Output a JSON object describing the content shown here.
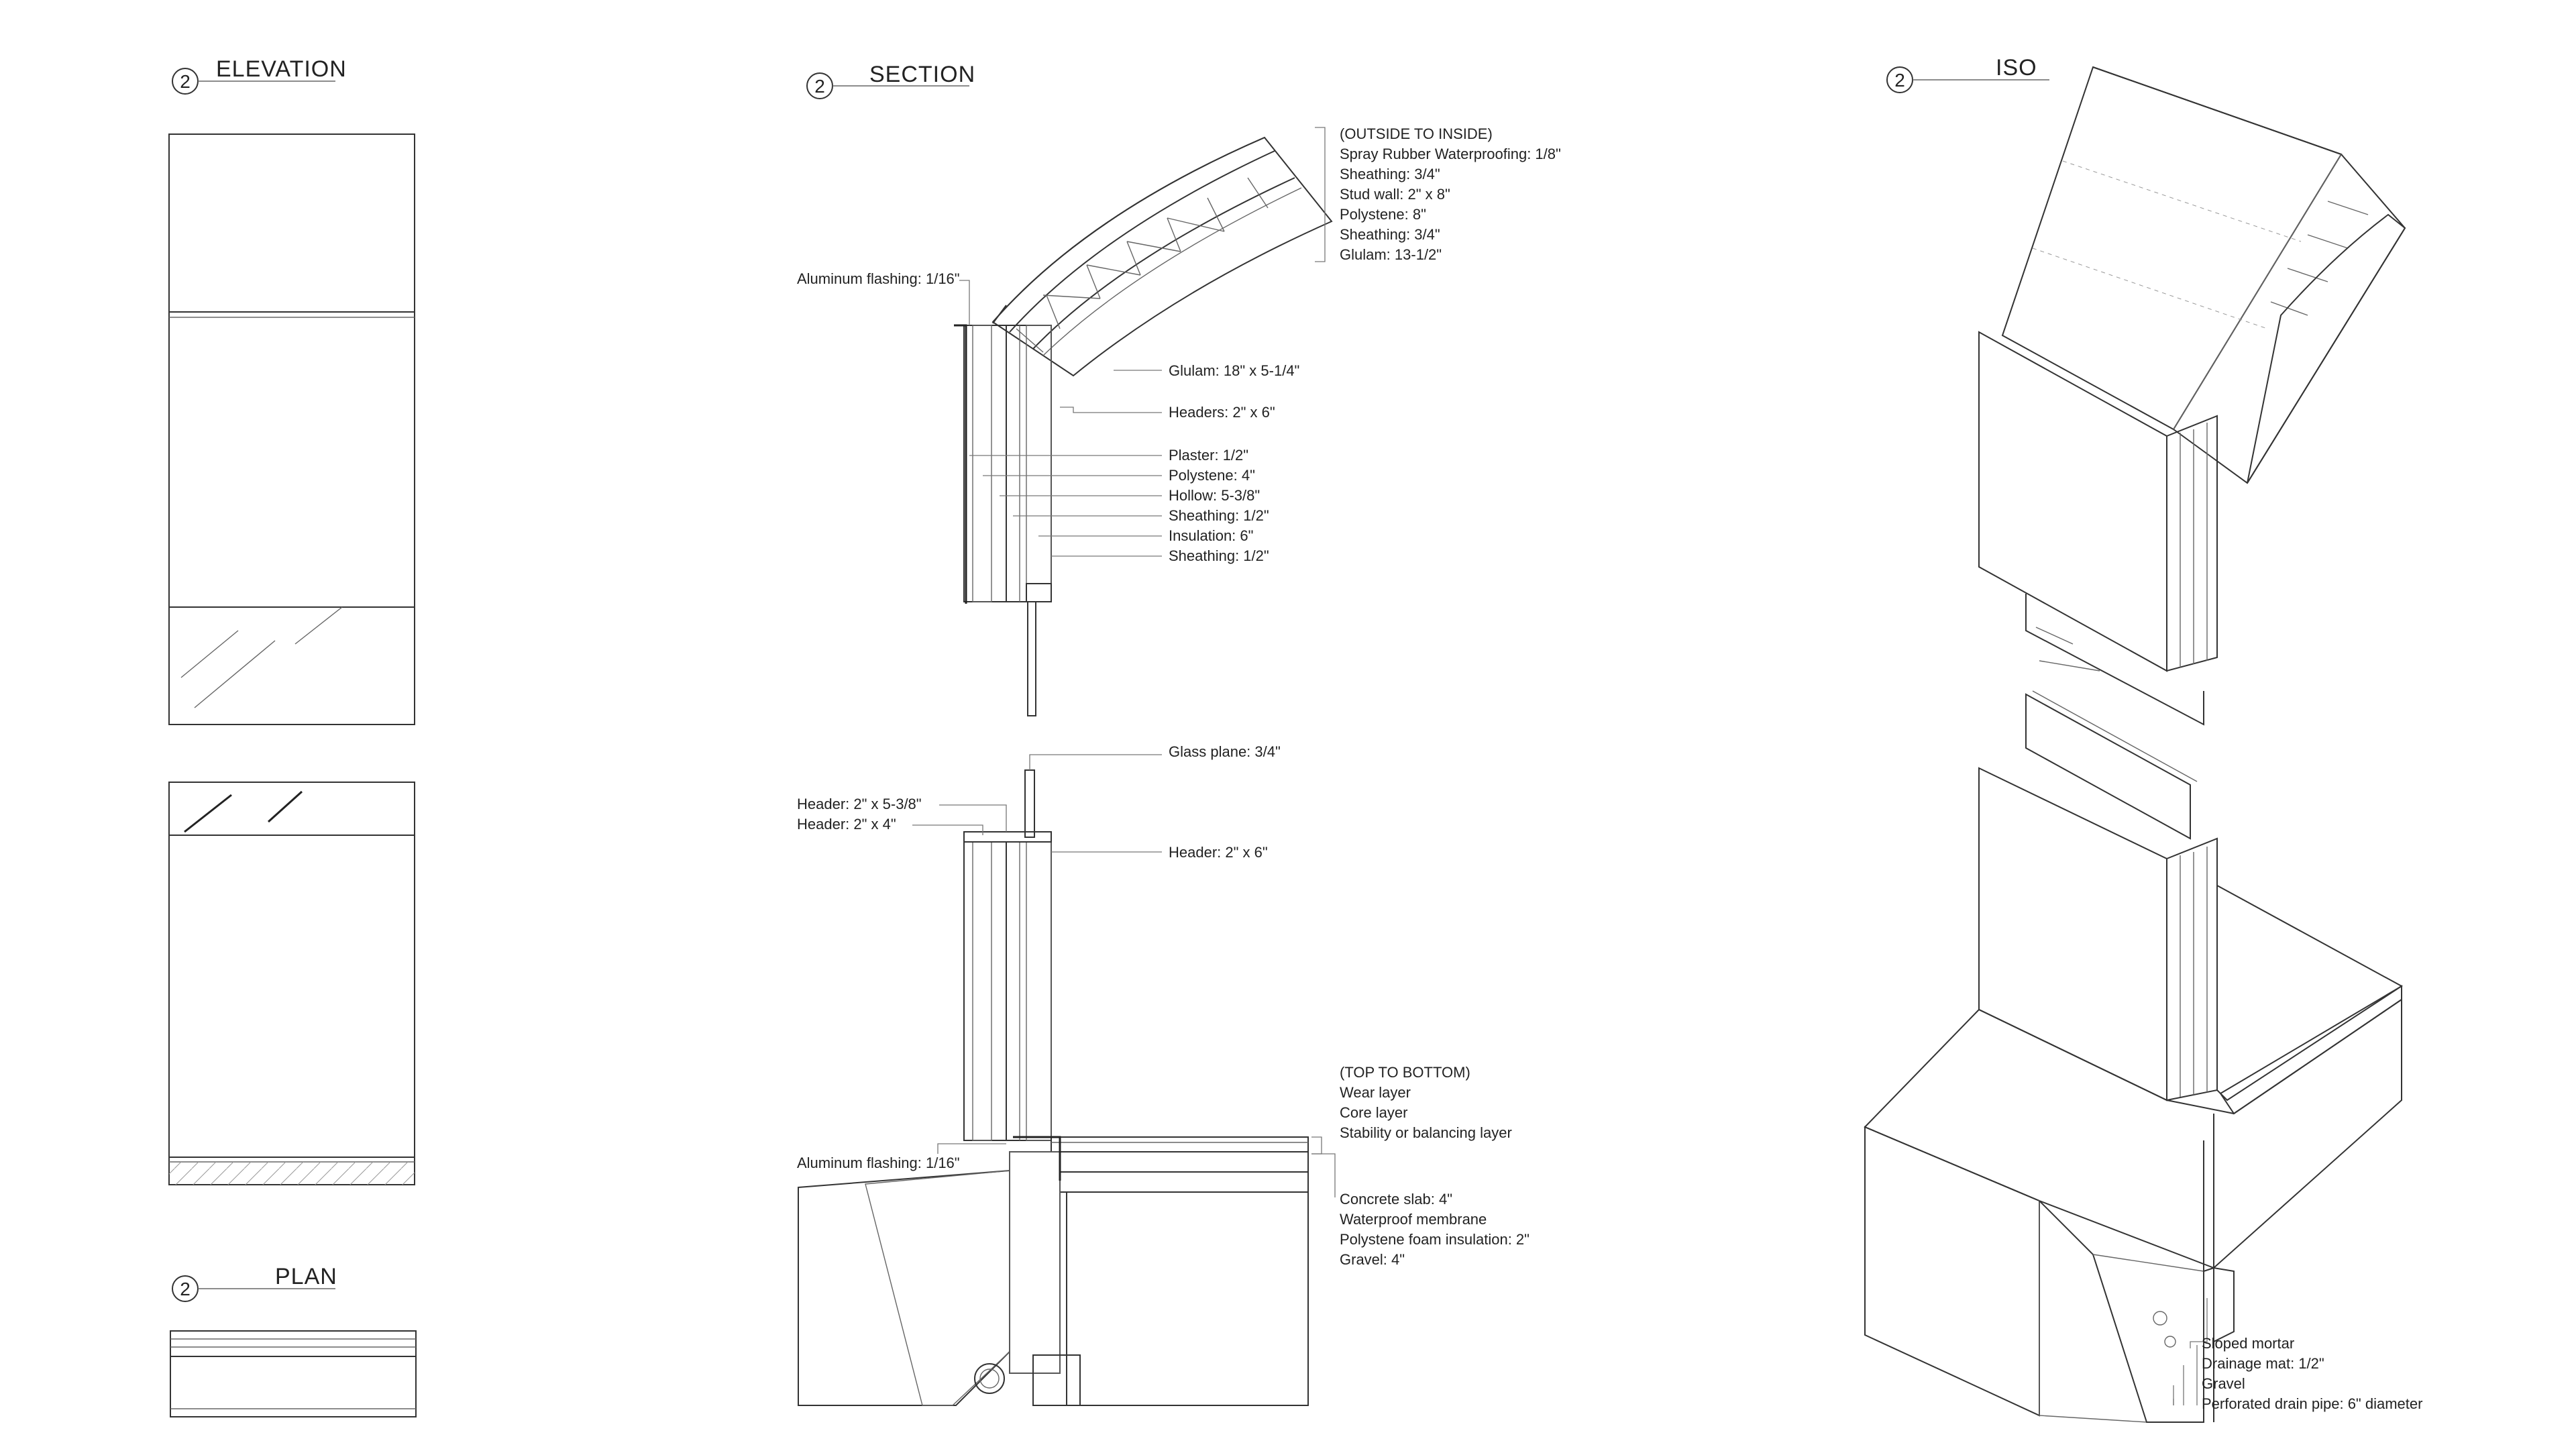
{
  "titles": {
    "elevation": {
      "num": "2",
      "label": "ELEVATION"
    },
    "section": {
      "num": "2",
      "label": "SECTION"
    },
    "iso": {
      "num": "2",
      "label": "ISO"
    },
    "plan": {
      "num": "2",
      "label": "PLAN"
    }
  },
  "roof_layers": {
    "heading": "(OUTSIDE TO INSIDE)",
    "items": [
      "Spray Rubber Waterproofing: 1/8\"",
      "Sheathing: 3/4\"",
      "Stud wall: 2\" x 8\"",
      "Polystene: 8\"",
      "Sheathing: 3/4\"",
      "Glulam: 13-1/2\""
    ]
  },
  "upper_section": {
    "flashing": "Aluminum flashing: 1/16\"",
    "glulam": "Glulam: 18\" x 5-1/4\"",
    "headers": "Headers: 2\" x 6\"",
    "wall_layers": [
      "Plaster: 1/2\"",
      "Polystene: 4\"",
      "Hollow: 5-3/8\"",
      "Sheathing: 1/2\"",
      "Insulation: 6\"",
      "Sheathing: 1/2\""
    ]
  },
  "lower_section": {
    "glass": "Glass plane: 3/4\"",
    "header_a": "Header: 2\" x 5-3/8\"",
    "header_b": "Header: 2\" x 4\"",
    "header_c": "Header: 2\" x 6\"",
    "flashing": "Aluminum flashing: 1/16\"",
    "floor_heading": "(TOP TO BOTTOM)",
    "floor_layers": [
      "Wear layer",
      "Core layer",
      "Stability or balancing layer"
    ],
    "slab_layers": [
      "Concrete slab: 4\"",
      "Waterproof membrane",
      "Polystene foam insulation: 2\"",
      "Gravel: 4\""
    ]
  },
  "iso_labels": [
    "Sloped mortar",
    "Drainage mat: 1/2\"",
    "Gravel",
    "Perforated drain pipe: 6\" diameter"
  ]
}
